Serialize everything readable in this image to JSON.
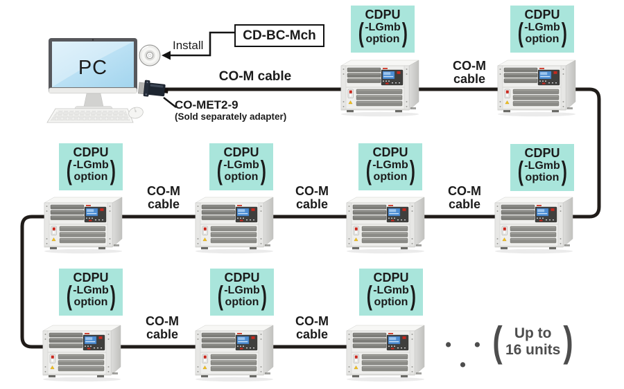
{
  "pc": {
    "label": "PC"
  },
  "install_flow": {
    "install_label": "Install",
    "software_box": "CD-BC-Mch"
  },
  "adapter": {
    "name": "CO-MET2-9",
    "note": "(Sold separately adapter)"
  },
  "cables": {
    "top_label": "CO-M cable",
    "label_line1": "CO-M",
    "label_line2": "cable"
  },
  "unit_label": {
    "title": "CDPU",
    "open_paren": "(",
    "sub_line1": "-LGmb",
    "sub_line2": "option",
    "close_paren": ")"
  },
  "ellipsis": {
    "dots": "•  •  •"
  },
  "capacity": {
    "open_paren": "(",
    "line1": "Up to",
    "line2": "16 units",
    "close_paren": ")"
  },
  "colors": {
    "label_bg": "#a9e5db",
    "cable": "#201c19",
    "muted_text": "#4d4d4d"
  }
}
